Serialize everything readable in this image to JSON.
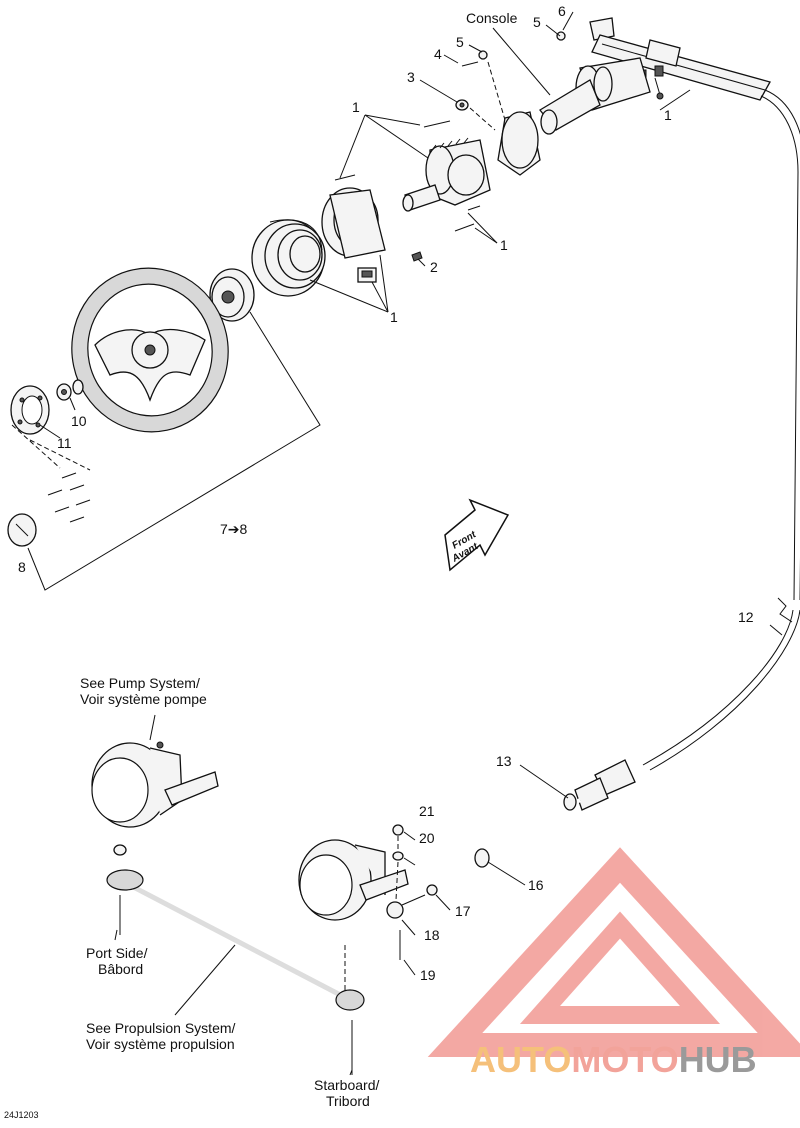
{
  "labels": {
    "console": "Console",
    "front": "Front",
    "avant": "Avant",
    "pump_en": "See Pump System/",
    "pump_fr": "Voir système pompe",
    "port_en": "Port Side/",
    "port_fr": "Bâbord",
    "prop_en": "See Propulsion System/",
    "prop_fr": "Voir système propulsion",
    "star_en": "Starboard/",
    "star_fr": "Tribord",
    "ref_code": "24J1203"
  },
  "callouts": {
    "n1a": "1",
    "n1b": "1",
    "n1c": "1",
    "n1d": "1",
    "n2": "2",
    "n3": "3",
    "n4": "4",
    "n5a": "5",
    "n5b": "5",
    "n6": "6",
    "n7": "7➔8",
    "n8": "8",
    "n10": "10",
    "n11": "11",
    "n12": "12",
    "n13": "13",
    "n16": "16",
    "n17": "17",
    "n18": "18",
    "n19": "19",
    "n20": "20",
    "n21": "21"
  },
  "watermark": {
    "part1": "AUTO",
    "part2": "MOTO",
    "part3": "HUB",
    "color_auto": "#f5c07a",
    "color_moto": "#f2a39a",
    "color_hub": "#9a9a9a",
    "color_logo": "#f29a94"
  }
}
